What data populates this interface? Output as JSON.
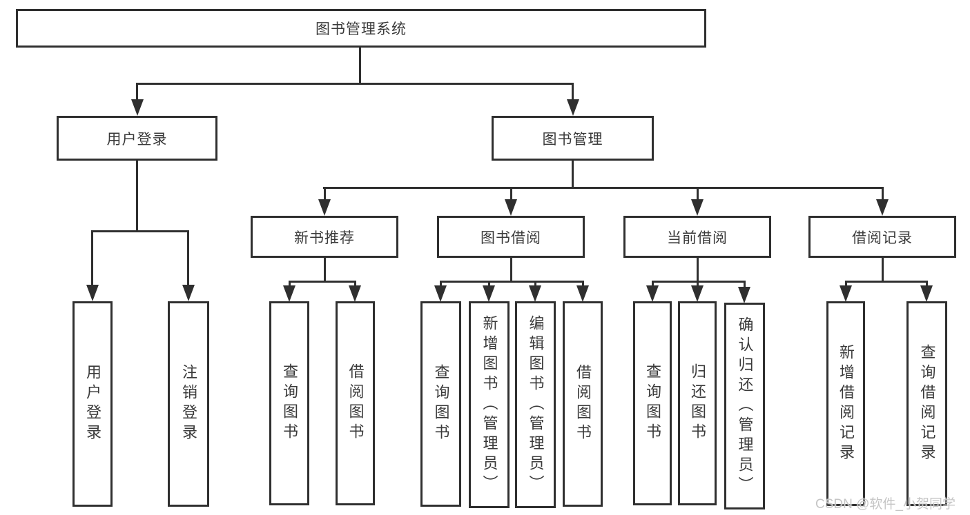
{
  "diagram_type": "hierarchy-tree",
  "colors": {
    "line": "#2f2f2f",
    "box_border": "#2f2f2f",
    "text": "#3a3a3a",
    "watermark": "#c5c5c5",
    "background": "#ffffff"
  },
  "watermark": "CSDN @软件_小贺同学",
  "tree": {
    "root": {
      "label": "图书管理系统"
    },
    "children": [
      {
        "label": "用户登录",
        "children": [
          {
            "label": "用户登录"
          },
          {
            "label": "注销登录"
          }
        ]
      },
      {
        "label": "图书管理",
        "children": [
          {
            "label": "新书推荐",
            "children": [
              {
                "label": "查询图书"
              },
              {
                "label": "借阅图书"
              }
            ]
          },
          {
            "label": "图书借阅",
            "children": [
              {
                "label": "查询图书"
              },
              {
                "label": "新增图书（管理员）"
              },
              {
                "label": "编辑图书（管理员）"
              },
              {
                "label": "借阅图书"
              }
            ]
          },
          {
            "label": "当前借阅",
            "children": [
              {
                "label": "查询图书"
              },
              {
                "label": "归还图书"
              },
              {
                "label": "确认归还（管理员）"
              }
            ]
          },
          {
            "label": "借阅记录",
            "children": [
              {
                "label": "新增借阅记录"
              },
              {
                "label": "查询借阅记录"
              }
            ]
          }
        ]
      }
    ]
  }
}
